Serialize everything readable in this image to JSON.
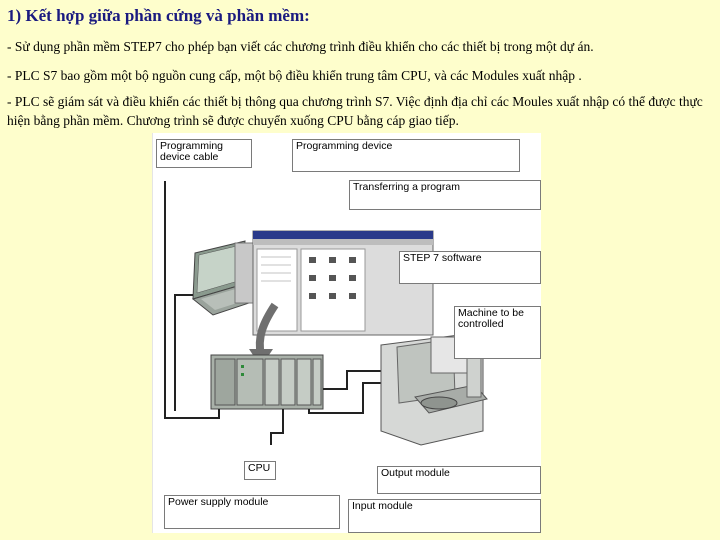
{
  "title": "1) Kết hợp giữa phần cứng và phần mềm:",
  "paragraphs": [
    "- Sử dụng phần mềm STEP7 cho phép bạn viết các chương trình điều khiển cho các thiết bị trong một dự án.",
    "- PLC S7 bao gồm một bộ nguồn cung cấp, một bộ điều khiển trung tâm CPU, và các Modules xuất nhập .",
    "- PLC sẽ giám sát và điều khiển các thiết bị thông qua chương trình S7. Việc định địa chỉ các Moules xuất nhập có thể được thực hiện bằng phần mềm. Chương trình sẽ được chuyển xuống CPU bằng cáp giao tiếp."
  ],
  "figure": {
    "labels": {
      "programming_cable": "Programming\ndevice cable",
      "programming_device": "Programming device",
      "transferring_program": "Transferring a program",
      "step7_software": "STEP 7 software",
      "machine": "Machine to be\ncontrolled",
      "cpu": "CPU",
      "output_module": "Output module",
      "power_supply": "Power supply module",
      "input_module": "Input module"
    }
  }
}
